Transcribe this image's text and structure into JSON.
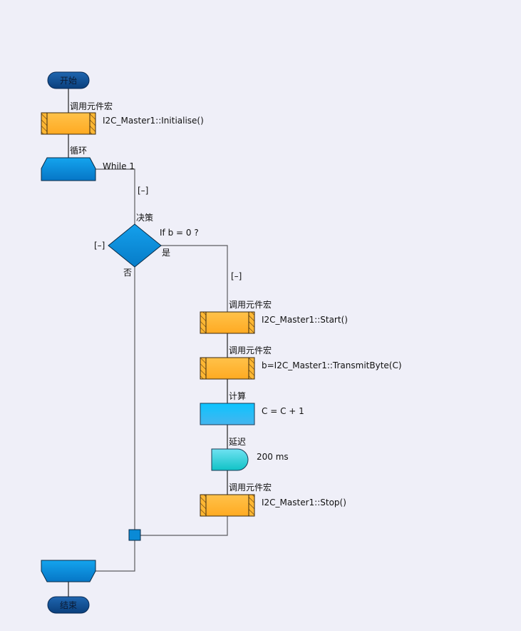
{
  "flowchart": {
    "start": {
      "label": "开始"
    },
    "end": {
      "label": "结束"
    },
    "init_macro": {
      "type_label": "调用元件宏",
      "text": "I2C_Master1::Initialise()"
    },
    "loop": {
      "type_label": "循环",
      "condition": "While 1",
      "collapse_toggle": "[–]"
    },
    "decision": {
      "type_label": "决策",
      "condition": "If  b = 0 ?",
      "yes_label": "是",
      "no_label": "否",
      "left_collapse_toggle": "[–]",
      "right_collapse_toggle": "[–]"
    },
    "yes_branch": [
      {
        "kind": "macro",
        "type_label": "调用元件宏",
        "text": "I2C_Master1::Start()"
      },
      {
        "kind": "macro",
        "type_label": "调用元件宏",
        "text": "b=I2C_Master1::TransmitByte(C)"
      },
      {
        "kind": "calc",
        "type_label": "计算",
        "text": "C = C + 1"
      },
      {
        "kind": "delay",
        "type_label": "延迟",
        "text": "200 ms"
      },
      {
        "kind": "macro",
        "type_label": "调用元件宏",
        "text": "I2C_Master1::Stop()"
      }
    ]
  },
  "colors": {
    "background": "#efeff8",
    "terminal": "#0d4a8c",
    "macro": "#ffb733",
    "loop": "#0a8ad6",
    "decision": "#0b8fdc",
    "calc": "#22bff5",
    "delay": "#2dcfd8"
  }
}
